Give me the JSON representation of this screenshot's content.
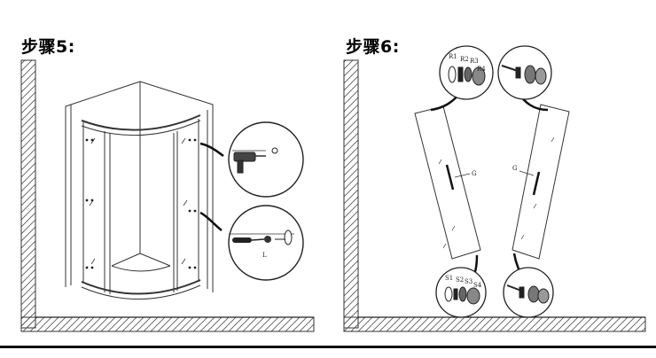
{
  "steps": [
    {
      "title": "步骤5:",
      "callouts": [
        {
          "label": ""
        },
        {
          "label": "L"
        }
      ]
    },
    {
      "title": "步骤6:",
      "callouts": [
        {
          "labels": [
            "R1",
            "R2",
            "R3",
            "R4"
          ]
        },
        {
          "labels": []
        },
        {
          "labels": [
            "S1",
            "S2",
            "S3",
            "S4"
          ]
        },
        {
          "labels": []
        }
      ],
      "handle_labels": [
        "G",
        "G"
      ]
    }
  ]
}
